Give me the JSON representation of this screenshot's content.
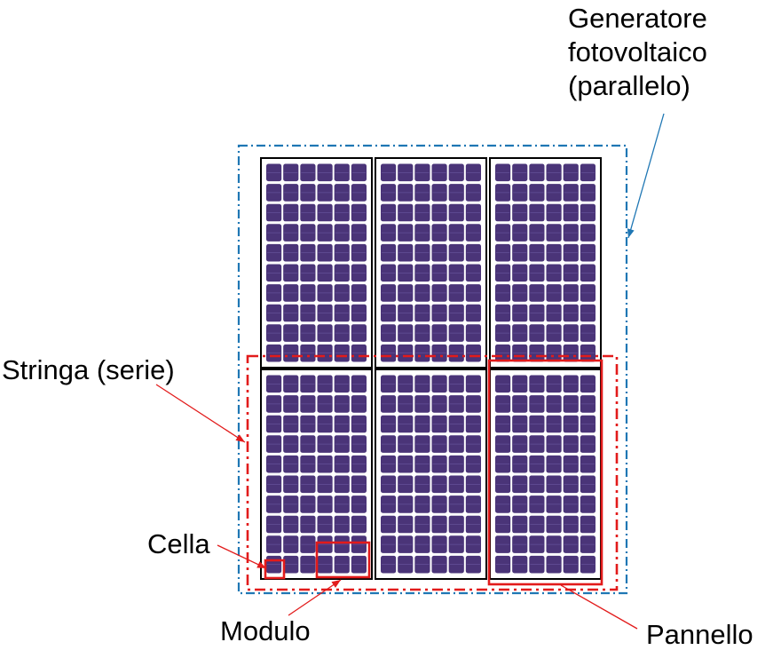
{
  "labels": {
    "generator": [
      "Generatore",
      "fotovoltaico",
      "(parallelo)"
    ],
    "string": "Stringa (serie)",
    "cell": "Cella",
    "module": "Modulo",
    "panel": "Pannello"
  },
  "colors": {
    "cell_fill": "#4a3478",
    "cell_gap": "#ffffff",
    "panel_border": "#000000",
    "generator_border": "#1f77b4",
    "string_border": "#e21b1b",
    "callout_red": "#e21b1b",
    "callout_blue": "#1f77b4"
  },
  "panels": {
    "rows": 2,
    "cols": 3,
    "cell_cols": 6,
    "cell_rows": 10
  }
}
